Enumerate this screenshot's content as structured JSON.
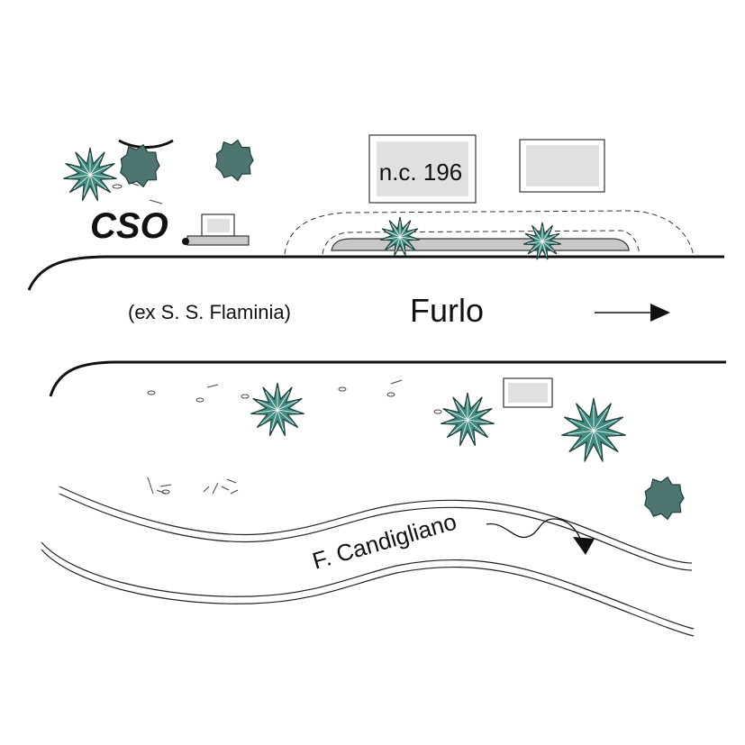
{
  "labels": {
    "cso": "CSO",
    "building_number": "n.c. 196",
    "road_note": "(ex S. S. Flaminia)",
    "road_name": "Furlo",
    "river_name": "F. Candigliano"
  },
  "colors": {
    "line": "#111111",
    "building_fill": "#e0e0e0",
    "tree_fill": "#3f8a80",
    "tree_dark": "#2f6f68",
    "shrub_fill": "#4f7570",
    "paved_fill": "#c8c8c8"
  },
  "icons": {
    "tree": "star-tree-icon",
    "shrub": "round-shrub-icon",
    "arrow": "direction-arrow-icon"
  }
}
